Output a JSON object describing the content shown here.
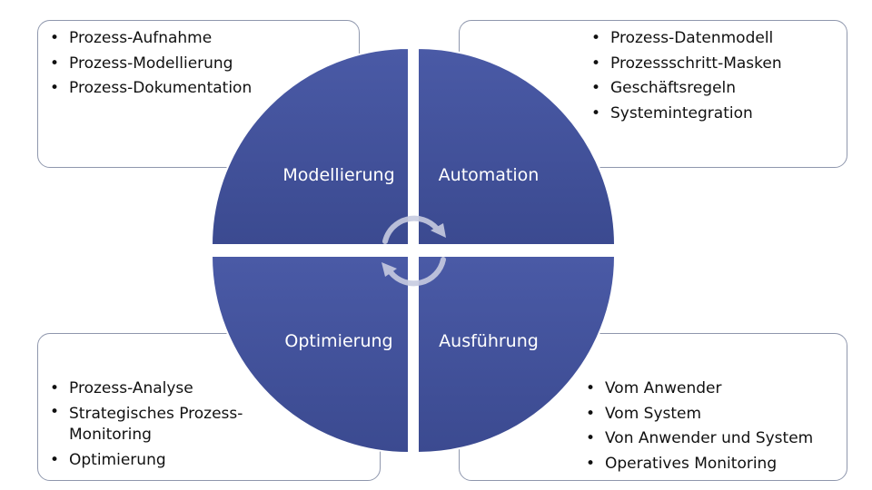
{
  "colors": {
    "quadrant_fill": "#43529b",
    "box_border": "#8f97ad",
    "arrow_fill": "#c7cbe0"
  },
  "quadrants": {
    "top_left": "Modellierung",
    "top_right": "Automation",
    "bottom_left": "Optimierung",
    "bottom_right": "Ausführung"
  },
  "boxes": {
    "top_left": [
      "Prozess-Aufnahme",
      "Prozess-Modellierung",
      "Prozess-Dokumentation"
    ],
    "top_right": [
      "Prozess-Datenmodell",
      "Prozessschritt-Masken",
      "Geschäftsregeln",
      "Systemintegration"
    ],
    "bottom_left": [
      "Prozess-Analyse",
      "Strategisches Prozess-Monitoring",
      "Optimierung"
    ],
    "bottom_right": [
      "Vom Anwender",
      "Vom System",
      "Von Anwender und System",
      "Operatives Monitoring"
    ]
  },
  "cycle_icon": "circular-arrows-icon"
}
